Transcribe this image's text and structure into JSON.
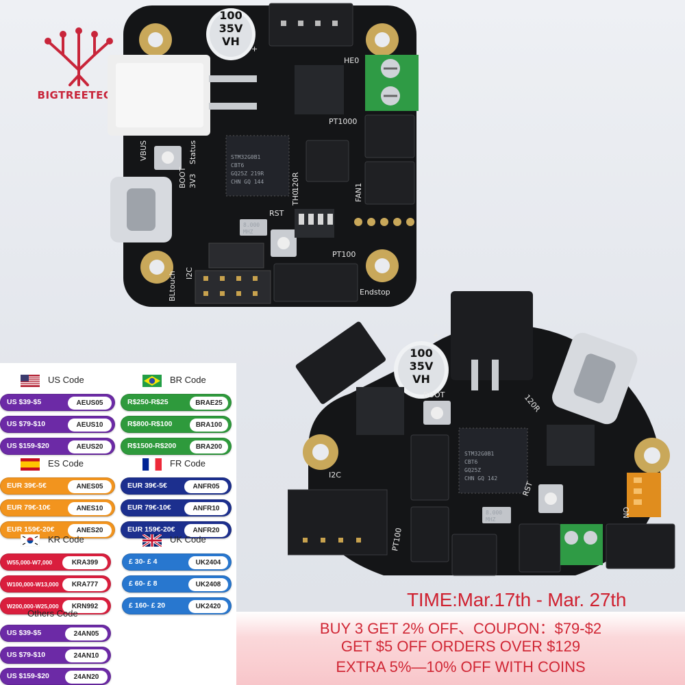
{
  "brand": {
    "name": "BIGTREETECH",
    "color": "#c8253a"
  },
  "board_top": {
    "capacitor": [
      "100",
      "35V",
      "VH"
    ],
    "labels": [
      "HE0",
      "PT1000",
      "Status",
      "3V3",
      "BOOT",
      "VBUS",
      "120R",
      "TH0",
      "FAN1",
      "RST",
      "PT100",
      "I2C",
      "BLtouch",
      "Endstop",
      "+"
    ],
    "chip": [
      "STM32G0B1",
      "CBT6",
      "GQ25Z 219R",
      "CHN GQ 144"
    ],
    "crystal": [
      "8.000",
      "MHZ"
    ]
  },
  "board_bottom": {
    "capacitor": [
      "100",
      "35V",
      "VH"
    ],
    "labels": [
      "BOOT",
      "120R",
      "I2C",
      "RST",
      "PT100",
      "ON",
      "+"
    ],
    "chip": [
      "STM32G0B1",
      "CBT6",
      "GQ25Z",
      "CHN GQ 142"
    ],
    "crystal": [
      "8.000",
      "MHZ"
    ]
  },
  "coupons": {
    "us": {
      "title": "US Code",
      "items": [
        {
          "amount": "US $39-$5",
          "code": "AEUS05"
        },
        {
          "amount": "US $79-$10",
          "code": "AEUS10"
        },
        {
          "amount": "US $159-$20",
          "code": "AEUS20"
        }
      ]
    },
    "br": {
      "title": "BR Code",
      "items": [
        {
          "amount": "R$250-R$25",
          "code": "BRAE25"
        },
        {
          "amount": "R$800-R$100",
          "code": "BRA100"
        },
        {
          "amount": "R$1500-R$200",
          "code": "BRA200"
        }
      ]
    },
    "es": {
      "title": "ES Code",
      "items": [
        {
          "amount": "EUR 39€-5€",
          "code": "ANES05"
        },
        {
          "amount": "EUR 79€-10€",
          "code": "ANES10"
        },
        {
          "amount": "EUR 159€-20€",
          "code": "ANES20"
        }
      ]
    },
    "fr": {
      "title": "FR Code",
      "items": [
        {
          "amount": "EUR 39€-5€",
          "code": "ANFR05"
        },
        {
          "amount": "EUR 79€-10€",
          "code": "ANFR10"
        },
        {
          "amount": "EUR 159€-20€",
          "code": "ANFR20"
        }
      ]
    },
    "kr": {
      "title": "KR Code",
      "items": [
        {
          "amount": "W55,000-W7,000",
          "code": "KRA399"
        },
        {
          "amount": "W100,000-W13,000",
          "code": "KRA777"
        },
        {
          "amount": "W200,000-W25,000",
          "code": "KRN992"
        }
      ]
    },
    "uk": {
      "title": "UK Code",
      "items": [
        {
          "amount": "£ 30- £ 4",
          "code": "UK2404"
        },
        {
          "amount": "£ 60- £ 8",
          "code": "UK2408"
        },
        {
          "amount": "£ 160- £ 20",
          "code": "UK2420"
        }
      ]
    },
    "others": {
      "title": "Others Code",
      "items": [
        {
          "amount": "US $39-$5",
          "code": "24AN05"
        },
        {
          "amount": "US $79-$10",
          "code": "24AN10"
        },
        {
          "amount": "US $159-$20",
          "code": "24AN20"
        }
      ]
    }
  },
  "promo": {
    "time": "TIME:Mar.17th - Mar. 27th",
    "lines": [
      "BUY 3 GET 2% OFF、COUPON：$79-$2",
      "GET $5 OFF ORDERS OVER $129",
      "EXTRA 5%—10% OFF WITH COINS"
    ],
    "color": "#d02634"
  }
}
